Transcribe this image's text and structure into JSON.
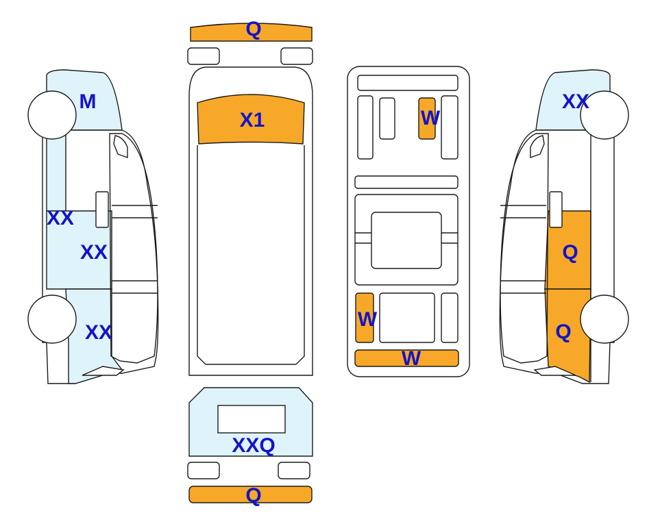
{
  "colors": {
    "paint": "#f7a829",
    "minor": "#dff3fb",
    "label": "#1414c8",
    "line": "#1a1a1a"
  },
  "labels": {
    "left": {
      "cab": "M",
      "front": "XX",
      "mid": "XX",
      "rear": "XX"
    },
    "top": {
      "front_bumper": "Q",
      "windscreen": "X1"
    },
    "bottom": {
      "left_top": "W",
      "left_bottom": "W",
      "rear_bumper": "W"
    },
    "right": {
      "cab": "XX",
      "front": "Q",
      "rear": "Q"
    },
    "back": {
      "tailgate": "XXQ",
      "bumper": "Q"
    }
  }
}
